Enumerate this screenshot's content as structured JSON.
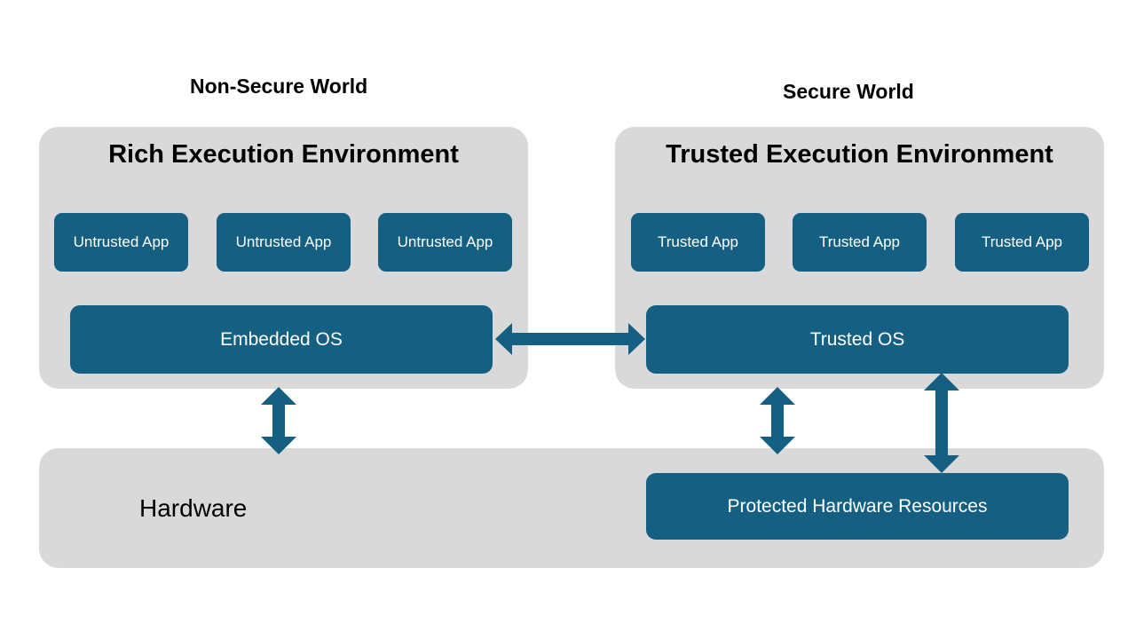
{
  "worlds": {
    "non_secure": "Non-Secure World",
    "secure": "Secure World"
  },
  "ree": {
    "title": "Rich Execution Environment",
    "apps": [
      "Untrusted App",
      "Untrusted App",
      "Untrusted App"
    ],
    "os": "Embedded OS"
  },
  "tee": {
    "title": "Trusted Execution Environment",
    "apps": [
      "Trusted App",
      "Trusted App",
      "Trusted App"
    ],
    "os": "Trusted OS"
  },
  "hardware": {
    "label": "Hardware",
    "protected": "Protected Hardware Resources"
  },
  "colors": {
    "box": "#156082",
    "panel": "#d9d9d9",
    "arrow": "#156082"
  }
}
